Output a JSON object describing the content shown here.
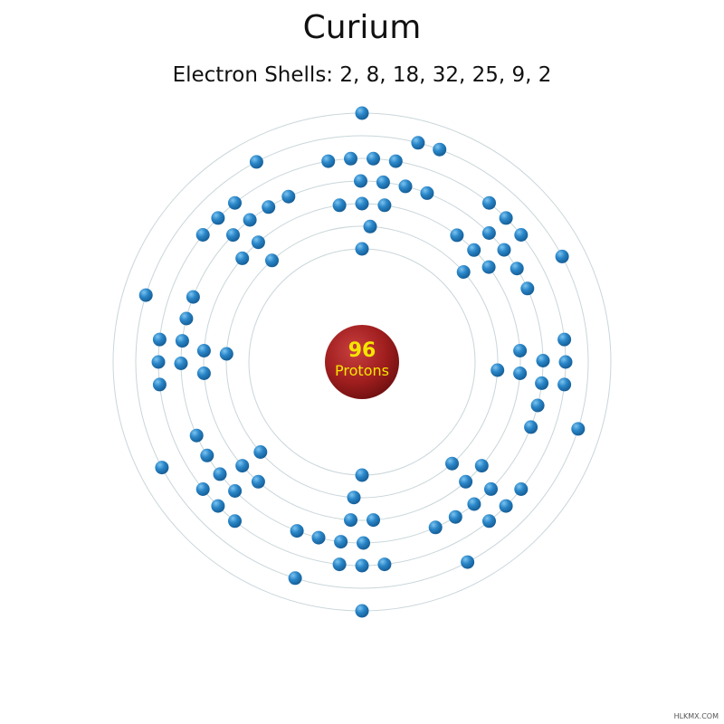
{
  "element": {
    "name": "Curium",
    "shells_label": "Electron Shells: 2, 8, 18, 32, 25, 9, 2"
  },
  "nucleus": {
    "protons": "96",
    "label": "Protons"
  },
  "shells": [
    2,
    8,
    18,
    32,
    25,
    9,
    2
  ],
  "colors": {
    "nucleus": "#a01e1e",
    "electron": "#1f7fc4",
    "orbit": "#c9d6da"
  },
  "watermark": "HLKMX.COM"
}
